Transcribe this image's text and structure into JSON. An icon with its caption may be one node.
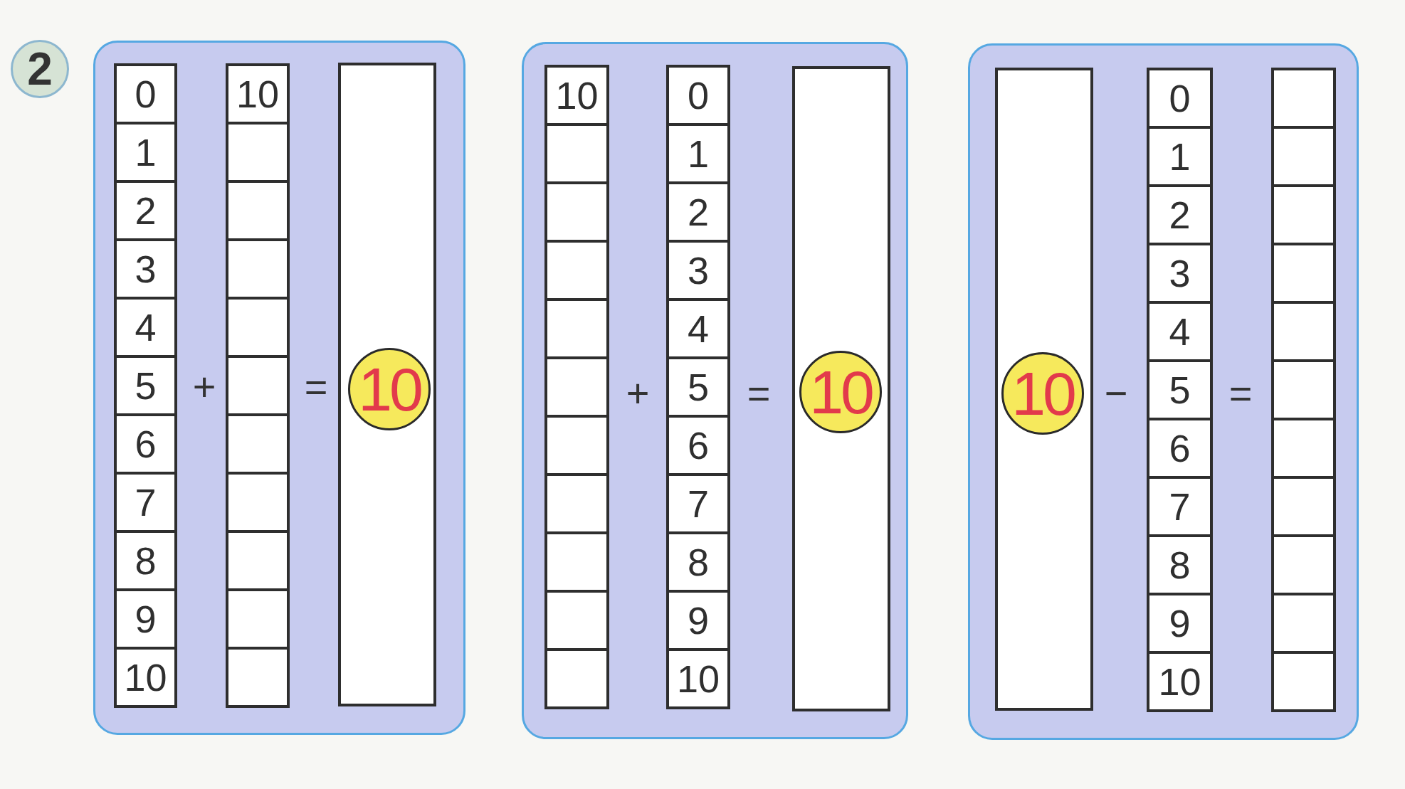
{
  "diagram": {
    "nodes": [
      {
        "text": [
          "2"
        ]
      },
      {
        "text": [],
        "shape": "box"
      },
      {
        "text": [
          "0"
        ],
        "in": 1
      },
      {
        "text": [
          "1"
        ],
        "in": 1
      },
      {
        "text": [
          "2"
        ],
        "in": 1
      },
      {
        "text": [
          "3"
        ],
        "in": 1
      },
      {
        "text": [
          "4"
        ],
        "in": 1
      },
      {
        "text": [
          "5"
        ],
        "in": 1
      },
      {
        "text": [
          "6"
        ],
        "in": 1
      },
      {
        "text": [
          "7"
        ],
        "in": 1
      },
      {
        "text": [
          "8"
        ],
        "in": 1
      },
      {
        "text": [
          "9"
        ],
        "in": 1
      },
      {
        "text": [
          "10"
        ],
        "in": 1
      },
      {
        "text": [
          "10"
        ],
        "in": 1
      },
      {
        "text": [],
        "shape": "box",
        "in": 1
      },
      {
        "text": [],
        "shape": "box",
        "in": 1
      },
      {
        "text": [],
        "shape": "box",
        "in": 1
      },
      {
        "text": [],
        "shape": "box",
        "in": 1
      },
      {
        "text": [],
        "shape": "box",
        "in": 1
      },
      {
        "text": [],
        "shape": "box",
        "in": 1
      },
      {
        "text": [],
        "shape": "box",
        "in": 1
      },
      {
        "text": [],
        "shape": "box",
        "in": 1
      },
      {
        "text": [],
        "shape": "box",
        "in": 1
      },
      {
        "text": [],
        "shape": "box",
        "in": 1
      },
      {
        "text": [],
        "shape": "box",
        "in": 1
      },
      {
        "text": [
          "10"
        ],
        "in": 24
      },
      {
        "text": [],
        "shape": "box"
      },
      {
        "text": [
          "10"
        ],
        "in": 26
      },
      {
        "text": [],
        "shape": "box",
        "in": 26
      },
      {
        "text": [],
        "shape": "box",
        "in": 26
      },
      {
        "text": [],
        "shape": "box",
        "in": 26
      },
      {
        "text": [],
        "shape": "box",
        "in": 26
      },
      {
        "text": [],
        "shape": "box",
        "in": 26
      },
      {
        "text": [],
        "shape": "box",
        "in": 26
      },
      {
        "text": [],
        "shape": "box",
        "in": 26
      },
      {
        "text": [],
        "shape": "box",
        "in": 26
      },
      {
        "text": [],
        "shape": "box",
        "in": 26
      },
      {
        "text": [],
        "shape": "box",
        "in": 26
      },
      {
        "text": [
          "0"
        ],
        "in": 26
      },
      {
        "text": [
          "1"
        ],
        "in": 26
      },
      {
        "text": [
          "2"
        ],
        "in": 26
      },
      {
        "text": [
          "3"
        ],
        "in": 26
      },
      {
        "text": [
          "4"
        ],
        "in": 26
      },
      {
        "text": [
          "5"
        ],
        "in": 26
      },
      {
        "text": [
          "6"
        ],
        "in": 26
      },
      {
        "text": [
          "7"
        ],
        "in": 26
      },
      {
        "text": [
          "8"
        ],
        "in": 26
      },
      {
        "text": [
          "9"
        ],
        "in": 26
      },
      {
        "text": [
          "10"
        ],
        "in": 26
      },
      {
        "text": [],
        "shape": "box",
        "in": 26
      },
      {
        "text": [
          "10"
        ],
        "in": 49
      },
      {
        "text": [],
        "shape": "box"
      },
      {
        "text": [],
        "shape": "box",
        "in": 51
      },
      {
        "text": [
          "10"
        ],
        "in": 52
      },
      {
        "text": [
          "0"
        ],
        "in": 51
      },
      {
        "text": [
          "1"
        ],
        "in": 51
      },
      {
        "text": [
          "2"
        ],
        "in": 51
      },
      {
        "text": [
          "3"
        ],
        "in": 51
      },
      {
        "text": [
          "4"
        ],
        "in": 51
      },
      {
        "text": [
          "5"
        ],
        "in": 51
      },
      {
        "text": [
          "6"
        ],
        "in": 51
      },
      {
        "text": [
          "7"
        ],
        "in": 51
      },
      {
        "text": [
          "8"
        ],
        "in": 51
      },
      {
        "text": [
          "9"
        ],
        "in": 51
      },
      {
        "text": [
          "10"
        ],
        "in": 51
      },
      {
        "text": [],
        "shape": "box",
        "in": 51
      },
      {
        "text": [],
        "shape": "box",
        "in": 51
      },
      {
        "text": [],
        "shape": "box",
        "in": 51
      },
      {
        "text": [],
        "shape": "box",
        "in": 51
      },
      {
        "text": [],
        "shape": "box",
        "in": 51
      },
      {
        "text": [],
        "shape": "box",
        "in": 51
      },
      {
        "text": [],
        "shape": "box",
        "in": 51
      },
      {
        "text": [],
        "shape": "box",
        "in": 51
      },
      {
        "text": [],
        "shape": "box",
        "in": 51
      },
      {
        "text": [],
        "shape": "box",
        "in": 51
      },
      {
        "text": [],
        "shape": "box",
        "in": 51
      }
    ],
    "labels": [
      "+",
      "=",
      "+",
      "=",
      "−",
      "="
    ]
  }
}
